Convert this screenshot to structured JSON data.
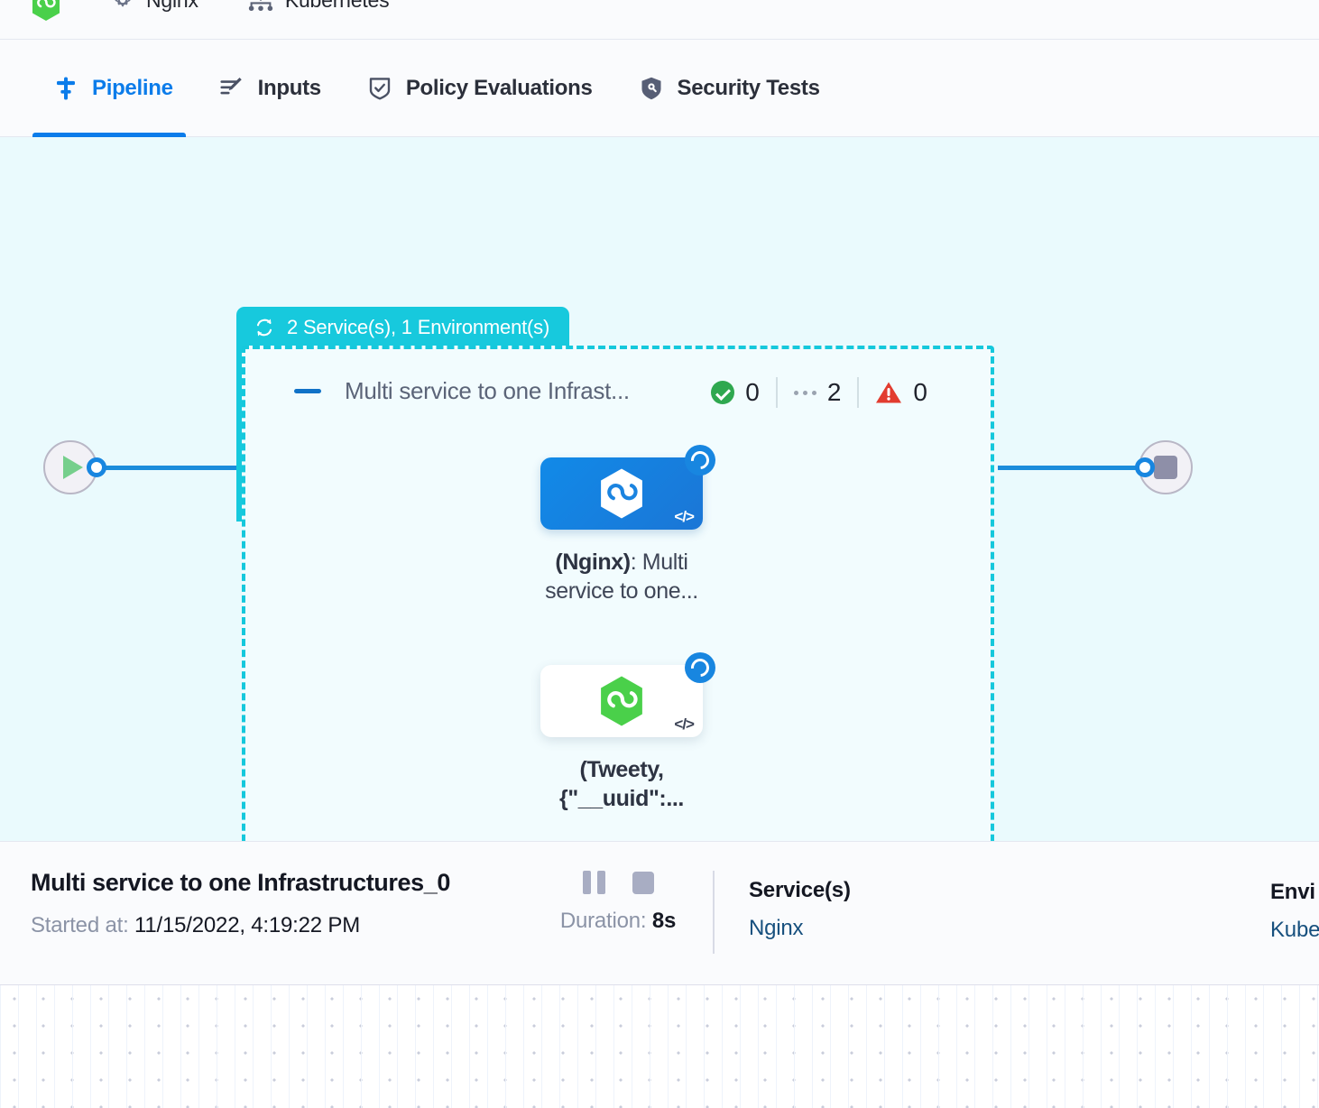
{
  "topstrip": {
    "items": [
      {
        "icon": "green-hexagon-logo-icon",
        "label": ""
      },
      {
        "icon": "gear-icon",
        "label": "Nginx"
      },
      {
        "icon": "infrastructure-icon",
        "label": "Kubernetes"
      }
    ]
  },
  "tabs": [
    {
      "label": "Pipeline",
      "icon": "pipeline-icon",
      "active": true
    },
    {
      "label": "Inputs",
      "icon": "inputs-icon",
      "active": false
    },
    {
      "label": "Policy Evaluations",
      "icon": "policy-shield-check-icon",
      "active": false
    },
    {
      "label": "Security Tests",
      "icon": "security-shield-icon",
      "active": false
    }
  ],
  "canvas": {
    "start_node": {
      "name": "start-node",
      "icon": "play-icon"
    },
    "end_node": {
      "name": "end-node",
      "icon": "stop-icon"
    },
    "group": {
      "badge_label": "2 Service(s), 1 Environment(s)",
      "badge_icon": "loop-repeat-icon",
      "badge_color": "#17c9dd",
      "title": "Multi service to one Infrast...",
      "collapse_icon": "minus-collapse-icon",
      "counters": [
        {
          "icon": "success-check-icon",
          "value": "0",
          "color": "#2fa84f"
        },
        {
          "icon": "running-dots-icon",
          "value": "2",
          "color": "#9aa3b0"
        },
        {
          "icon": "warning-triangle-icon",
          "value": "0",
          "color": "#e23c2f"
        }
      ],
      "cards": [
        {
          "name": "service-card-nginx",
          "status_icon": "spinner-running-icon",
          "code_icon": "</>",
          "caption_bold": "(Nginx)",
          "caption_rest": ": Multi service to one...",
          "style": "blue"
        },
        {
          "name": "service-card-tweety",
          "status_icon": "spinner-running-icon",
          "code_icon": "</>",
          "caption_bold": "(Tweety, {\"__uuid\":...",
          "caption_rest": "",
          "style": "white"
        }
      ]
    }
  },
  "detail": {
    "title": "Multi service to one Infrastructures_0",
    "started_label": "Started at:",
    "started_value": "11/15/2022, 4:19:22 PM",
    "pause_icon": "pause-icon",
    "stop_icon": "stop-icon",
    "duration_label": "Duration:",
    "duration_value": "8s",
    "services_head": "Service(s)",
    "services_value": "Nginx",
    "environments_head": "Envi",
    "environments_value": "Kube"
  }
}
